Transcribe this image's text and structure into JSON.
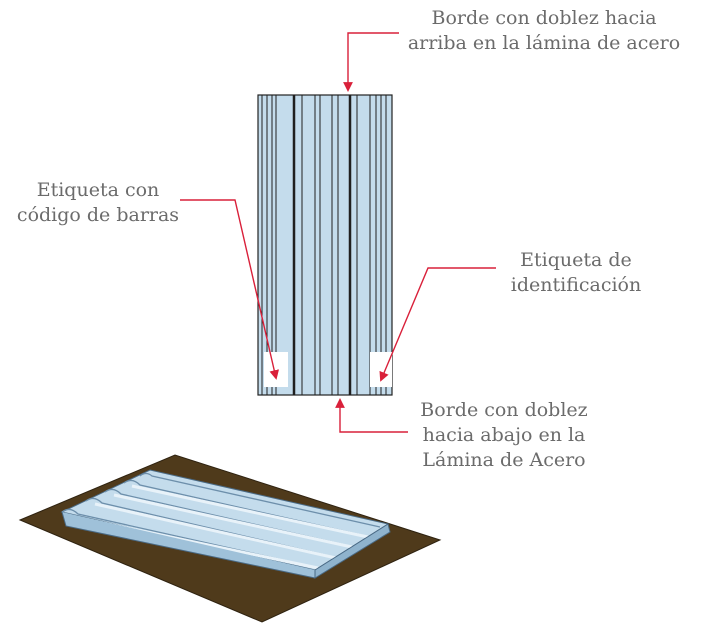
{
  "callouts": {
    "top": {
      "line1": "Borde con doblez hacia",
      "line2": "arriba en la lámina de acero"
    },
    "left": {
      "line1": "Etiqueta con",
      "line2": "código de barras"
    },
    "right": {
      "line1": "Etiqueta de",
      "line2": "identificación"
    },
    "bottom": {
      "line1": "Borde con doblez",
      "line2": "hacia abajo en la",
      "line3": "Lámina de Acero"
    }
  },
  "colors": {
    "sheet_fill": "#c4dcec",
    "sheet_ridge": "#9fc1d9",
    "pallet": "#4f3a1b",
    "leader_line": "#d9203a",
    "label_fill": "#ffffff",
    "text": "#6b6b6b"
  }
}
